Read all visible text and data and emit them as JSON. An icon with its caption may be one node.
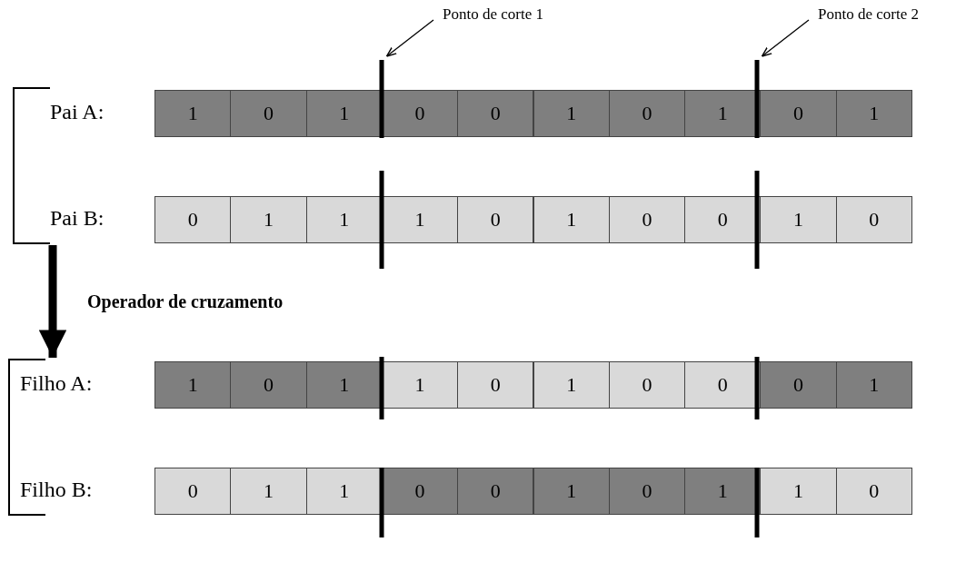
{
  "diagram": {
    "nodes": [
      {
        "text": [
          "Ponto de corte 1"
        ]
      },
      {
        "text": [
          "Ponto de corte 2"
        ]
      },
      {
        "text": [],
        "shape": "bar"
      },
      {
        "text": [],
        "shape": "bar"
      },
      {
        "text": [
          "Pai A:"
        ]
      },
      {
        "text": [
          "1"
        ],
        "in": 4
      },
      {
        "text": [
          "0"
        ],
        "in": 4
      },
      {
        "text": [
          "1"
        ],
        "in": 4
      },
      {
        "text": [
          "0"
        ],
        "in": 4
      },
      {
        "text": [
          "0"
        ],
        "in": 4
      },
      {
        "text": [
          "1"
        ],
        "in": 4
      },
      {
        "text": [
          "0"
        ],
        "in": 4
      },
      {
        "text": [
          "1"
        ],
        "in": 4
      },
      {
        "text": [
          "0"
        ],
        "in": 4
      },
      {
        "text": [
          "1"
        ],
        "in": 4
      },
      {
        "text": [
          "Pai B:"
        ]
      },
      {
        "text": [
          "0"
        ],
        "in": 15
      },
      {
        "text": [
          "1"
        ],
        "in": 15
      },
      {
        "text": [
          "1"
        ],
        "in": 15
      },
      {
        "text": [
          "1"
        ],
        "in": 15
      },
      {
        "text": [
          "0"
        ],
        "in": 15
      },
      {
        "text": [
          "1"
        ],
        "in": 15
      },
      {
        "text": [
          "0"
        ],
        "in": 15
      },
      {
        "text": [
          "0"
        ],
        "in": 15
      },
      {
        "text": [
          "1"
        ],
        "in": 15
      },
      {
        "text": [
          "0"
        ],
        "in": 15
      },
      {
        "text": [
          "Filho A:"
        ]
      },
      {
        "text": [
          "1"
        ],
        "in": 26
      },
      {
        "text": [
          "0"
        ],
        "in": 26
      },
      {
        "text": [
          "1"
        ],
        "in": 26
      },
      {
        "text": [
          "1"
        ],
        "in": 26
      },
      {
        "text": [
          "0"
        ],
        "in": 26
      },
      {
        "text": [
          "1"
        ],
        "in": 26
      },
      {
        "text": [
          "0"
        ],
        "in": 26
      },
      {
        "text": [
          "0"
        ],
        "in": 26
      },
      {
        "text": [
          "0"
        ],
        "in": 26
      },
      {
        "text": [
          "1"
        ],
        "in": 26
      },
      {
        "text": [
          "Filho B:"
        ]
      },
      {
        "text": [
          "0"
        ],
        "in": 37
      },
      {
        "text": [
          "1"
        ],
        "in": 37
      },
      {
        "text": [
          "1"
        ],
        "in": 37
      },
      {
        "text": [
          "0"
        ],
        "in": 37
      },
      {
        "text": [
          "0"
        ],
        "in": 37
      },
      {
        "text": [
          "1"
        ],
        "in": 37
      },
      {
        "text": [
          "0"
        ],
        "in": 37
      },
      {
        "text": [
          "1"
        ],
        "in": 37
      },
      {
        "text": [
          "1"
        ],
        "in": 37
      },
      {
        "text": [
          "0"
        ],
        "in": 37
      }
    ],
    "edges": [
      {
        "from": 0,
        "to": 2,
        "arrow": "to"
      },
      {
        "from": 1,
        "to": 3,
        "arrow": "to"
      },
      {
        "from": 15,
        "to": 26,
        "arrow": "to",
        "label": "Operador de cruzamento",
        "style": "thick"
      }
    ]
  }
}
